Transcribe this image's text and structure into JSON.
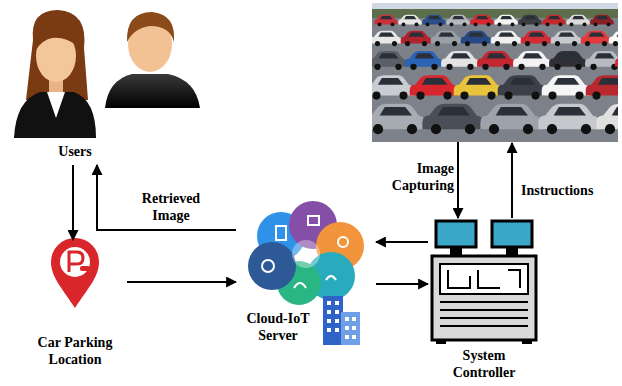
{
  "diagram": {
    "nodes": [
      {
        "text": [
          "Users"
        ]
      },
      {
        "text": [
          "Car Parking Location"
        ]
      },
      {
        "text": [
          "Cloud-IoT Server"
        ]
      },
      {
        "text": [
          "System Controller"
        ]
      }
    ],
    "edges": [
      {
        "from": 0,
        "to": 1,
        "arrow": "to"
      },
      {
        "from": 1,
        "to": 2,
        "arrow": "to"
      },
      {
        "from": 2,
        "to": 0,
        "arrow": "to",
        "label": "Retrieved Image"
      },
      {
        "from": 2,
        "to": 3,
        "arrow": "to"
      },
      {
        "from": 3,
        "to": 2,
        "arrow": "to"
      }
    ],
    "labels": [
      "Image Capturing",
      "Instructions"
    ]
  }
}
